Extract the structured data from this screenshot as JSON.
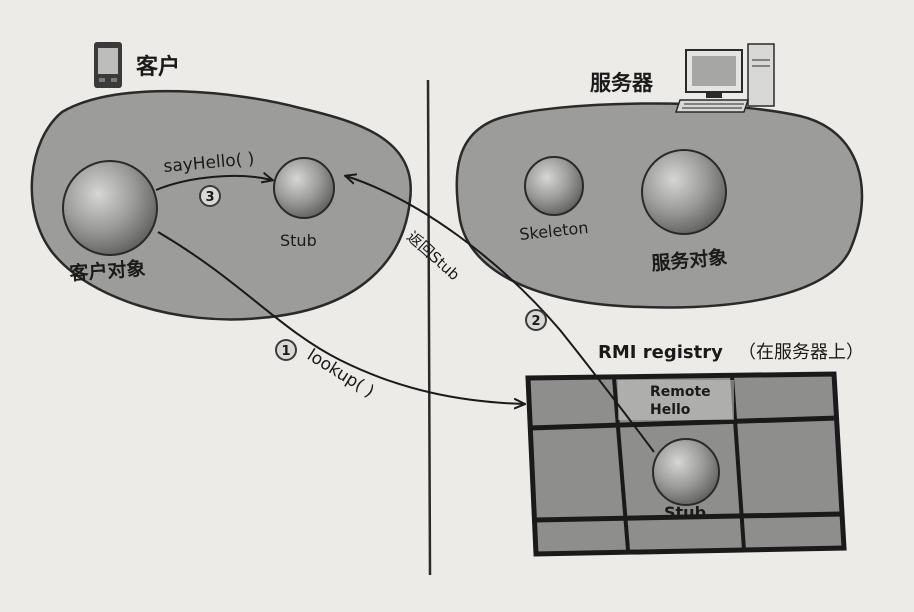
{
  "client": {
    "title": "客户",
    "object_label": "客户对象",
    "stub_label": "Stub",
    "icon": "pda-device-icon"
  },
  "server": {
    "title": "服务器",
    "skeleton_label": "Skeleton",
    "object_label": "服务对象",
    "icon": "desktop-computer-icon"
  },
  "registry": {
    "title": "RMI registry",
    "subtitle": "（在服务器上）",
    "entry_name": "Remote\nHello",
    "stub_label": "Stub"
  },
  "steps": [
    {
      "number": "1",
      "label": "lookup( )"
    },
    {
      "number": "2",
      "label": "返回Stub"
    },
    {
      "number": "3",
      "label": "sayHello( )"
    }
  ],
  "colors": {
    "blob": "#9c9c9a",
    "sphere": "#8a8a88",
    "registry_fill": "#8e8e8c",
    "ink": "#1a1a1a"
  }
}
